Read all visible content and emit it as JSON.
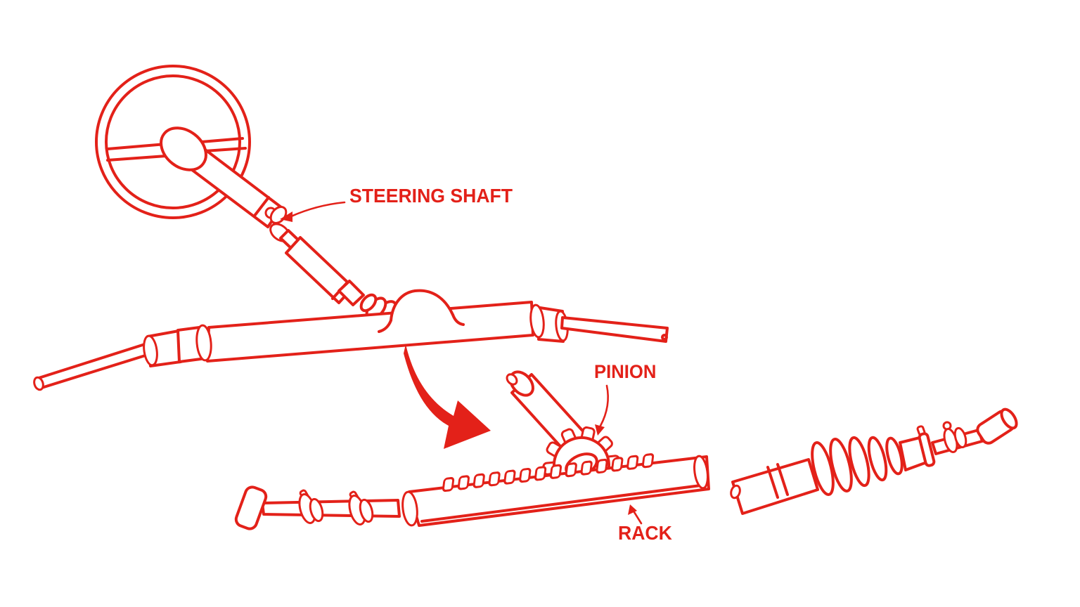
{
  "diagram": {
    "subject": "rack-and-pinion-steering-illustration",
    "colors": {
      "line": "#e32119",
      "background": "#ffffff"
    },
    "labels": {
      "steering_shaft": "STEERING SHAFT",
      "pinion": "PINION",
      "rack": "RACK"
    },
    "parts": [
      "steering-wheel",
      "steering-column",
      "universal-joint",
      "intermediate-shaft",
      "coupling-boot",
      "rack-housing",
      "tie-rod-left",
      "tie-rod-right",
      "flow-arrow",
      "pinion-shaft",
      "pinion-gear",
      "rack-bar",
      "bellows-boot",
      "tie-rod-end"
    ]
  }
}
